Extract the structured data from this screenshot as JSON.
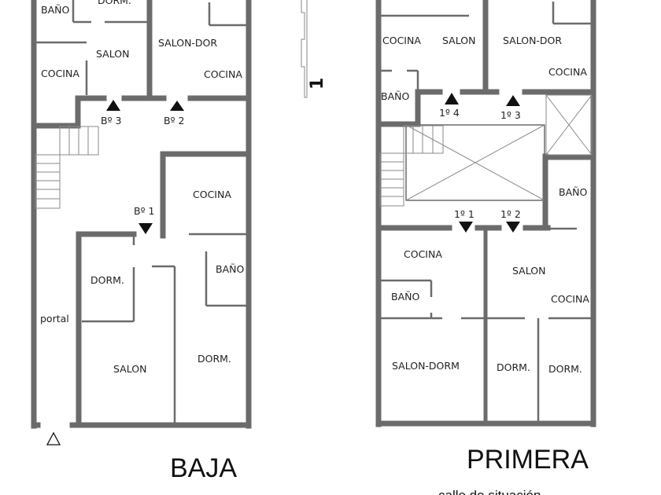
{
  "baja": {
    "title": "BAJA",
    "rooms": {
      "bano_top": "BAÑO",
      "dorm_top": "DORM.",
      "salon_top": "SALON",
      "cocina_left": "COCINA",
      "salon_dor": "SALON-DOR",
      "cocina_right": "COCINA",
      "cocina_mid": "COCINA",
      "dorm_small": "DORM.",
      "bano_right": "BAÑO",
      "portal": "portal",
      "salon_bottom": "SALON",
      "dorm_bottom": "DORM."
    },
    "doors": {
      "b3": "Bº 3",
      "b2": "Bº 2",
      "b1": "Bº 1"
    }
  },
  "primera": {
    "title": "PRIMERA",
    "rooms": {
      "cocina_tl": "COCINA",
      "salon_t": "SALON",
      "salon_dor": "SALON-DOR",
      "cocina_tr": "COCINA",
      "bano_tl": "BAÑO",
      "bano_r": "BAÑO",
      "cocina_bl": "COCINA",
      "salon_b": "SALON",
      "bano_bl": "BAÑO",
      "cocina_br": "COCINA",
      "salon_dorm": "SALON-DORM",
      "dorm_1": "DORM.",
      "dorm_2": "DORM."
    },
    "doors": {
      "p4": "1º 4",
      "p3": "1º 3",
      "p1": "1º 1",
      "p2": "1º 2"
    }
  },
  "section_mark": "1",
  "street_caption": "calle de situación",
  "colors": {
    "wall": "#6b6b6b",
    "text": "#222222"
  }
}
